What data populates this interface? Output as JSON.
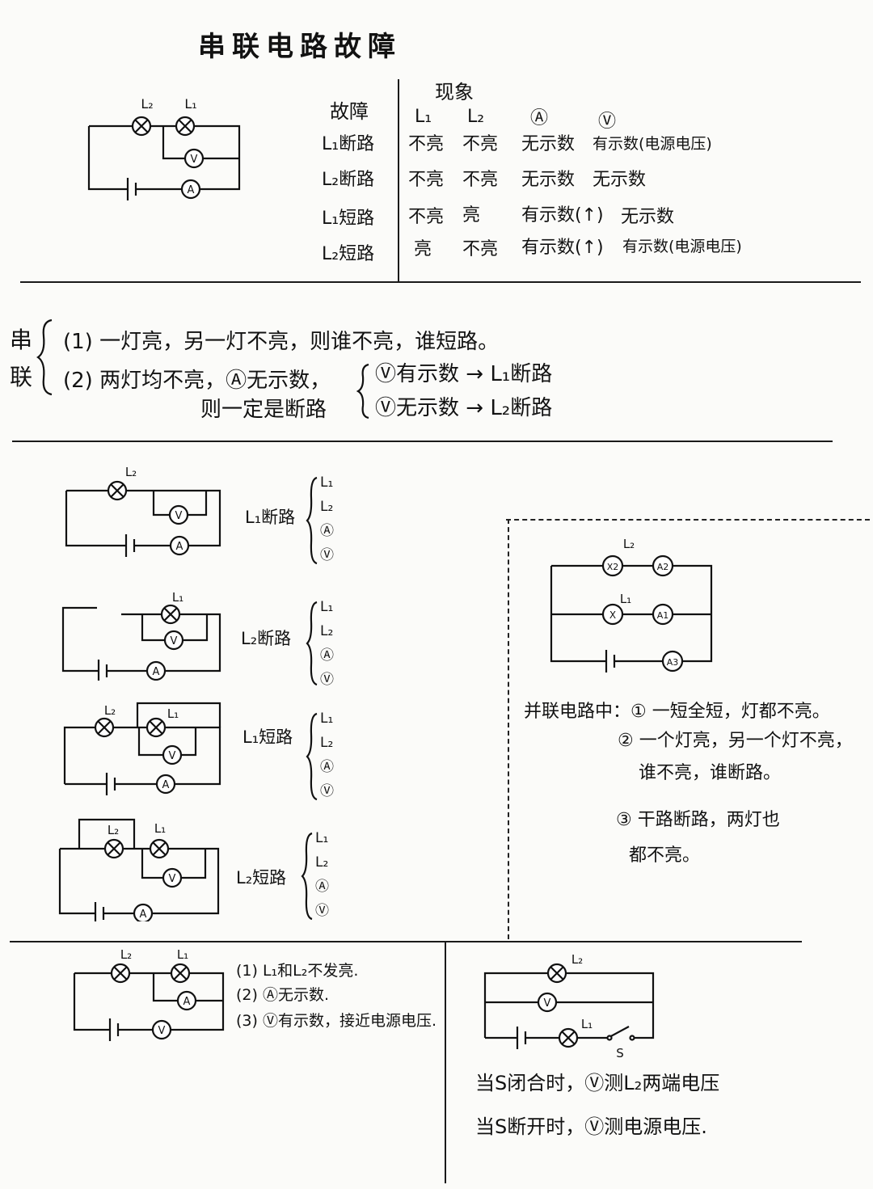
{
  "title": "串联电路故障",
  "table": {
    "fault_header": "故障",
    "phenomenon_header": "现象",
    "columns": [
      "L₁",
      "L₂",
      "Ⓐ",
      "Ⓥ"
    ],
    "rows": [
      {
        "fault": "L₁断路",
        "cells": [
          "不亮",
          "不亮",
          "无示数",
          "有示数(电源电压)"
        ]
      },
      {
        "fault": "L₂断路",
        "cells": [
          "不亮",
          "不亮",
          "无示数",
          "无示数"
        ]
      },
      {
        "fault": "L₁短路",
        "cells": [
          "不亮",
          "亮",
          "有示数(↑)",
          "无示数"
        ]
      },
      {
        "fault": "L₂短路",
        "cells": [
          "亮",
          "不亮",
          "有示数(↑)",
          "有示数(电源电压)"
        ]
      }
    ]
  },
  "summary": {
    "side_label": "串联",
    "item1": "(1) 一灯亮，另一灯不亮，则谁不亮，谁短路。",
    "item2_a": "(2) 两灯均不亮，Ⓐ无示数，",
    "item2_b": "则一定是断路",
    "branch1": "Ⓥ有示数 → L₁断路",
    "branch2": "Ⓥ无示数 → L₂断路"
  },
  "cases": [
    {
      "label": "L₁断路",
      "items": [
        "L₁",
        "L₂",
        "Ⓐ",
        "Ⓥ"
      ]
    },
    {
      "label": "L₂断路",
      "items": [
        "L₁",
        "L₂",
        "Ⓐ",
        "Ⓥ"
      ]
    },
    {
      "label": "L₁短路",
      "items": [
        "L₁",
        "L₂",
        "Ⓐ",
        "Ⓥ"
      ]
    },
    {
      "label": "L₂短路",
      "items": [
        "L₁",
        "L₂",
        "Ⓐ",
        "Ⓥ"
      ]
    }
  ],
  "parallel": {
    "note_1": "并联电路中：① 一短全短，灯都不亮。",
    "note_2": "② 一个灯亮，另一个灯不亮，",
    "note_3": "谁不亮，谁断路。",
    "note_4": "③ 干路断路，两灯也",
    "note_5": "都不亮。"
  },
  "bottom_left": {
    "line1": "(1) L₁和L₂不发亮.",
    "line2": "(2) Ⓐ无示数.",
    "line3": "(3) Ⓥ有示数，接近电源电压."
  },
  "bottom_right": {
    "line1": "当S闭合时，Ⓥ测L₂两端电压",
    "line2": "当S断开时，Ⓥ测电源电压."
  },
  "diagram_labels": {
    "L1": "L₁",
    "L2": "L₂",
    "A": "A",
    "V": "V",
    "S": "S",
    "A1": "A1",
    "A2": "A2",
    "A3": "A3",
    "X": "X",
    "X2": "X2"
  }
}
